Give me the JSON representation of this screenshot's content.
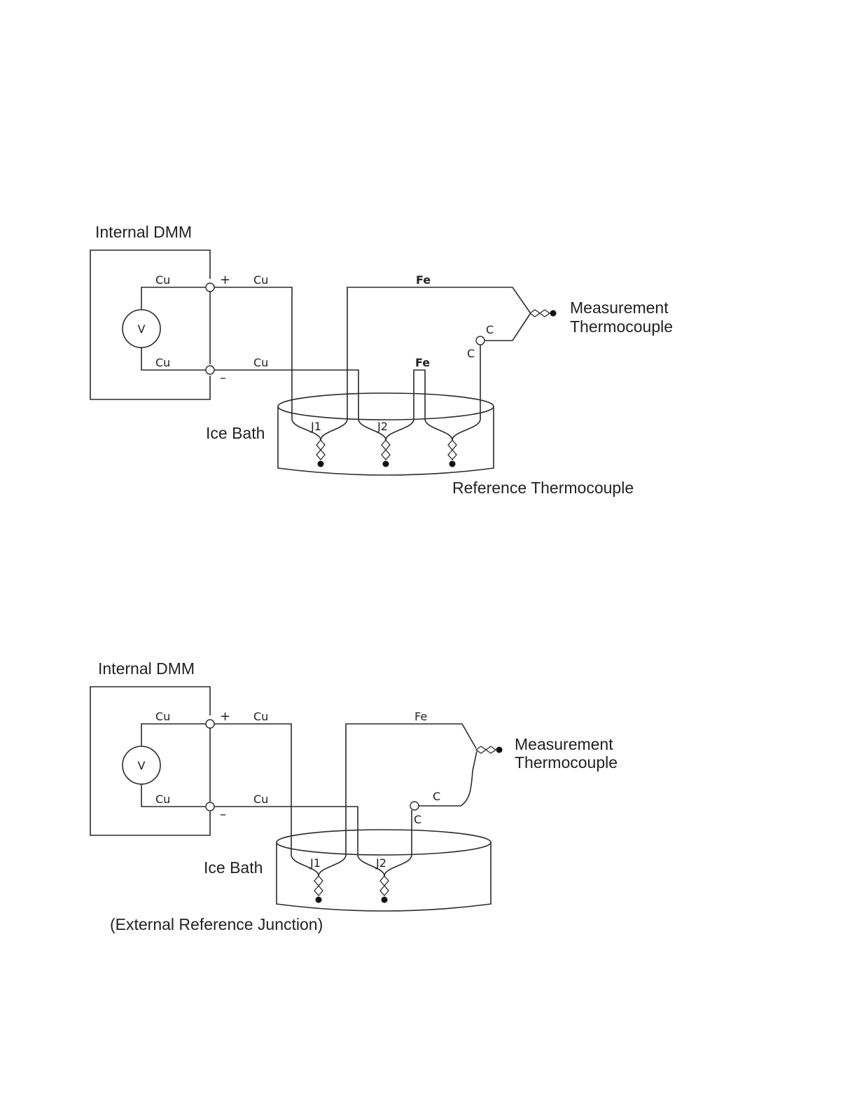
{
  "diagram1": {
    "dmm_label": "Internal DMM",
    "voltmeter_symbol": "V",
    "cu_inner_top": "Cu",
    "cu_inner_bottom": "Cu",
    "cu_outer_top": "Cu",
    "cu_outer_bottom": "Cu",
    "plus": "+",
    "minus": "–",
    "fe_top": "Fe",
    "fe_mid": "Fe",
    "c_upper": "C",
    "c_lower": "C",
    "j1": "J1",
    "j2": "J2",
    "ice_bath": "Ice Bath",
    "measurement_line1": "Measurement",
    "measurement_line2": "Thermocouple",
    "reference_label": "Reference Thermocouple"
  },
  "diagram2": {
    "dmm_label": "Internal DMM",
    "voltmeter_symbol": "V",
    "cu_inner_top": "Cu",
    "cu_inner_bottom": "Cu",
    "cu_outer_top": "Cu",
    "cu_outer_bottom": "Cu",
    "plus": "+",
    "minus": "–",
    "fe_top": "Fe",
    "c_right": "C",
    "c_below": "C",
    "j1": "J1",
    "j2": "J2",
    "ice_bath": "Ice Bath",
    "measurement_line1": "Measurement",
    "measurement_line2": "Thermocouple",
    "caption": "(External Reference Junction)"
  }
}
